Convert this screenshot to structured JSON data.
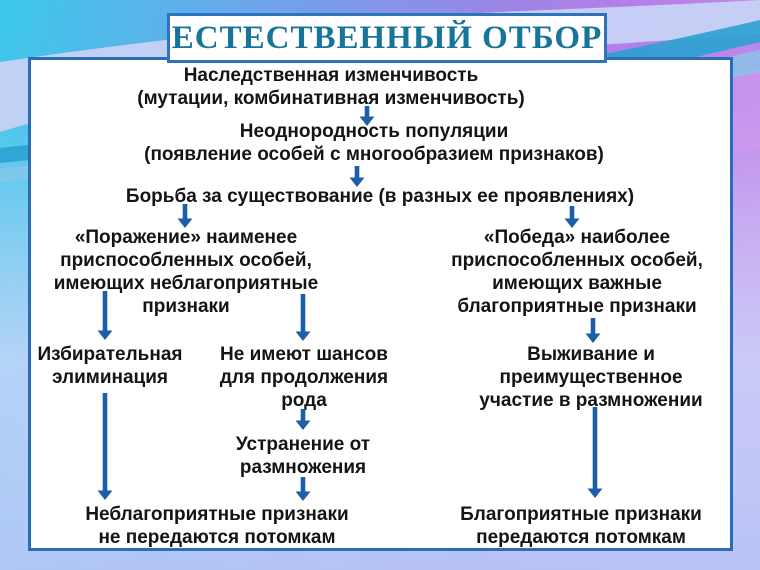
{
  "slide": {
    "title": "ЕСТЕСТВЕННЫЙ ОТБОР",
    "nodes": {
      "heredity": "Наследственная изменчивость\n(мутации, комбинативная изменчивость)",
      "heterogeneity": "Неоднородность популяции\n(появление особей с многообразием признаков)",
      "struggle": "Борьба за существование (в разных ее проявлениях)",
      "defeat": "«Поражение» наименее\nприспособленных особей,\nимеющих неблагоприятные\nпризнаки",
      "victory": "«Победа» наиболее\nприспособленных особей,\nимеющих важные\nблагоприятные признаки",
      "elimination": "Избирательная\nэлиминация",
      "no_chance": "Не имеют шансов\nдля продолжения\nрода",
      "survival": "Выживание и\nпреимущественное\nучастие в размножении",
      "removal": "Устранение от\nразмножения",
      "unfavorable": "Неблагоприятные признаки\nне передаются потомкам",
      "favorable": "Благоприятные признаки\nпередаются потомкам"
    },
    "colors": {
      "title_text": "#17759c",
      "panel_border": "#2a6cb5",
      "arrow": "#1c5fa8",
      "body_text": "#141414",
      "bg_cyan": "#3dc7ea",
      "bg_purple": "#b67ee8"
    }
  }
}
